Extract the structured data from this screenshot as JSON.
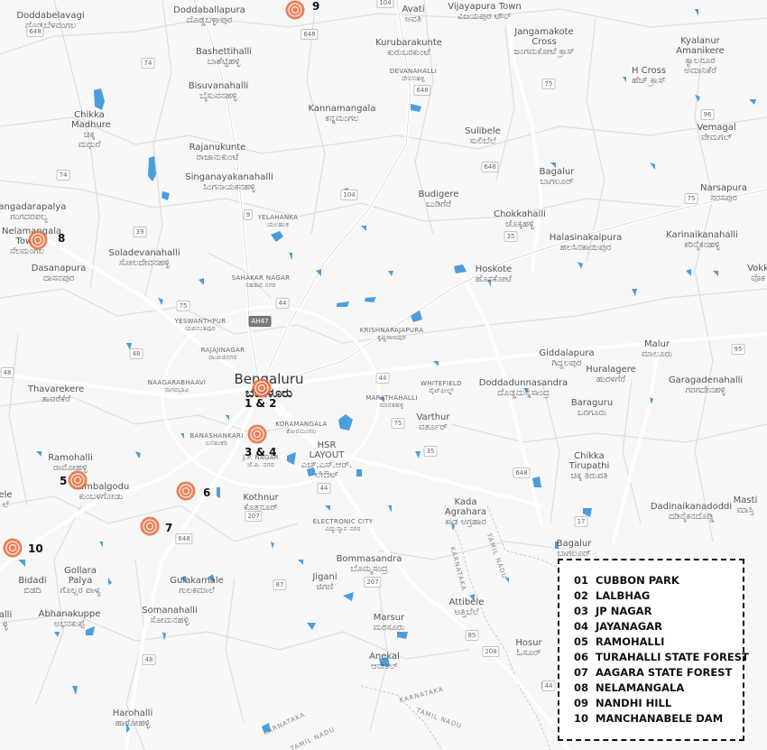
{
  "places": [
    {
      "id": "doddabelavagi",
      "en": "Doddabelavagi",
      "kn": "ದೊಡ್ಡಬೆಳವಂಗಲ"
    },
    {
      "id": "doddaballapura",
      "en": "Doddaballapura",
      "kn": "ದೊಡ್ಡಬಳ್ಳಾಪುರ"
    },
    {
      "id": "avati",
      "en": "Avati",
      "kn": "ಅವತಿ"
    },
    {
      "id": "vijayapura",
      "en": "Vijayapura Town",
      "kn": "ವಿಜಯಪುರ ಟೌನ್"
    },
    {
      "id": "jangamakote",
      "en": "Jangamakote Cross",
      "kn": "ಜಂಗಮಕೋಟೆ ಕ್ರಾಸ್"
    },
    {
      "id": "kyalanur",
      "en": "Kyalanur Amanikere",
      "kn": "ಕ್ಯಾಲನೂರ ಅಮಾನಿಕೆರೆ"
    },
    {
      "id": "bashettihalli",
      "en": "Bashettihalli",
      "kn": "ಬಾಶೆಟ್ಟಿಹಳ್ಳಿ"
    },
    {
      "id": "kurubarakunte",
      "en": "Kurubarakunte",
      "kn": "ಕುರುಬರಕುಂಟೆ"
    },
    {
      "id": "devanahalli",
      "en": "DEVANAHALLI",
      "kn": "ದೇವನಹಳ್ಳಿ"
    },
    {
      "id": "hcross",
      "en": "H Cross",
      "kn": "ಹೆಚ್ ಕ್ರಾಸ್"
    },
    {
      "id": "bisuvanahalli",
      "en": "Bisuvanahalli",
      "kn": "ಬೈಸುವನಹಳ್ಳಿ"
    },
    {
      "id": "kannamangala",
      "en": "Kannamangala",
      "kn": "ಕನ್ನಮಂಗಲ"
    },
    {
      "id": "chikkamadhure",
      "en": "Chikka Madhure",
      "kn": "ಚಿಕ್ಕ ಮಧುರೆ"
    },
    {
      "id": "sulibele",
      "en": "Sulibele",
      "kn": "ಸುಲಿಬೆಲೆ"
    },
    {
      "id": "vemagal",
      "en": "Vemagal",
      "kn": "ವೇಮಗಲ್"
    },
    {
      "id": "rajanukunte",
      "en": "Rajanukunte",
      "kn": "ರಾಜಾನುಕುಂಟೆ"
    },
    {
      "id": "singanayakanahalli",
      "en": "Singanayakanahalli",
      "kn": "ಸಿಂಗನಾಯಕನಹಳ್ಳಿ"
    },
    {
      "id": "bagalur",
      "en": "Bagalur",
      "kn": "ಬಾಗಲೂರ್"
    },
    {
      "id": "narsapura",
      "en": "Narsapura",
      "kn": "ನರಸಪುರ"
    },
    {
      "id": "budigere",
      "en": "Budigere",
      "kn": "ಬುಡಿಗೆರೆ"
    },
    {
      "id": "gangadarapalya",
      "en": "Gangadarapalya",
      "kn": "ಗಂಗದರಪಲ್ಯ"
    },
    {
      "id": "yelahanka",
      "en": "YELAHANKA",
      "kn": "ಯಲಹಂಕ"
    },
    {
      "id": "chokkahalli",
      "en": "Chokkahalli",
      "kn": "ಚೊಕ್ಕಹಳ್ಳಿ"
    },
    {
      "id": "nelamangala",
      "en": "Nelamangala Town",
      "kn": "ನೆಲಮಂಗಲ"
    },
    {
      "id": "soladevanahalli",
      "en": "Soladevanahalli",
      "kn": "ಸೋಲದೇವನಹಳ್ಳಿ"
    },
    {
      "id": "halasinakaipura",
      "en": "Halasinakaipura",
      "kn": "ಹಲಸಿನಕಾಯಿಪುರ"
    },
    {
      "id": "karinaikanahalli",
      "en": "Karinaikanahalli",
      "kn": "ಕರಿನೈಕನಹಳ್ಳಿ"
    },
    {
      "id": "dasanapura",
      "en": "Dasanapura",
      "kn": "ದಾಸನಪುರ"
    },
    {
      "id": "sahakarnagar",
      "en": "SAHAKAR NAGAR",
      "kn": "ಸಹಕಾರ ನಗರ"
    },
    {
      "id": "hoskote",
      "en": "Hoskote",
      "kn": "ಹೊಸಕೋಟೆ"
    },
    {
      "id": "vokk",
      "en": "Vokk",
      "kn": "ವೊಕ"
    },
    {
      "id": "yeswanthpur",
      "en": "YESWANTHPUR",
      "kn": "ಯಶವಂತಪುರ"
    },
    {
      "id": "krishnarajapura",
      "en": "KRISHNARAJAPURA",
      "kn": "ಕೃಷ್ಣರಾಜಪುರ"
    },
    {
      "id": "malur",
      "en": "Malur",
      "kn": "ಮಾಲೂರು"
    },
    {
      "id": "rajajinagar",
      "en": "RAJAJINAGAR",
      "kn": "ರಾಜಾಜಿನಗರ"
    },
    {
      "id": "giddalapura",
      "en": "Giddalapura",
      "kn": "ಗಿದ್ದಲಪುರ"
    },
    {
      "id": "huralagere",
      "en": "Huralagere",
      "kn": "ಹುರಳಗೆರೆ"
    },
    {
      "id": "garagadenahalli",
      "en": "Garagadenahalli",
      "kn": "ಗರಗದೇನಹಳ್ಳಿ"
    },
    {
      "id": "thavarekere",
      "en": "Thavarekere",
      "kn": "ತಾವರೆಕೆರೆ"
    },
    {
      "id": "naagarabhaavi",
      "en": "NAAGARABHAAVI",
      "kn": "ನಾಗರಭಾವಿ"
    },
    {
      "id": "bengaluru",
      "en": "Bengaluru",
      "kn": "ಬೆಂಗಳೂರು"
    },
    {
      "id": "whitefield",
      "en": "WHITEFIELD",
      "kn": "ವೈಟ್‌ಫೀಲ್ಡ್"
    },
    {
      "id": "marathahalli",
      "en": "MARATHAHALLI",
      "kn": "ಮಾರತಹಳ್ಳಿ"
    },
    {
      "id": "doddadunnasandra",
      "en": "Doddadunnasandra",
      "kn": "ದೊಡ್ಡದುನ್ನಸಾಂದ್ರ"
    },
    {
      "id": "baraguru",
      "en": "Baraguru",
      "kn": "ಬರಗೂರು"
    },
    {
      "id": "koramangala",
      "en": "KORAMANGALA",
      "kn": "ಕೋರಮಂಗಲ"
    },
    {
      "id": "varthur",
      "en": "Varthur",
      "kn": "ವರ್ತೂರ್"
    },
    {
      "id": "banashankari",
      "en": "BANASHANKARI",
      "kn": "ಬನಶಂಕರಿ"
    },
    {
      "id": "hsrlayout",
      "en": "HSR LAYOUT",
      "kn": "ಎಚ್.ಎಸ್.ಆರ್. ಲೇಔಟ್"
    },
    {
      "id": "ramohalli",
      "en": "Ramohalli",
      "kn": "ರಾಮೋಹಳ್ಳಿ"
    },
    {
      "id": "jpnagar",
      "en": "J.P. NAGAR",
      "kn": "ಜೆ.ಪಿ. ನಗರ"
    },
    {
      "id": "chikkatirupathi",
      "en": "Chikka Tirupathi",
      "kn": "ಚಿಕ್ಕ ತಿರುಪತಿ"
    },
    {
      "id": "kumbalgodu",
      "en": "Kumbalgodu",
      "kn": "ಕುಂಬಳಗೋಡು"
    },
    {
      "id": "kothnur",
      "en": "Kothnur",
      "kn": "ಕೊತ್ತನೂರ್"
    },
    {
      "id": "dadinaikanadoddi",
      "en": "Dadinaikanadoddi",
      "kn": "ದಡಿನೈಕನದೊಡ್ಡಿ"
    },
    {
      "id": "masti",
      "en": "Masti",
      "kn": "ಮಾಸ್ತಿ"
    },
    {
      "id": "kadaagrahara",
      "en": "Kada Agrahara",
      "kn": "ಕಾಡ ಅಗ್ರಹಾರ"
    },
    {
      "id": "ele",
      "en": "ele",
      "kn": "ಲೆ"
    },
    {
      "id": "electroniccity",
      "en": "ELECTRONIC CITY",
      "kn": "ವಿದ್ಯುನ್ಮಾನ ನಗರ"
    },
    {
      "id": "bagalursouth",
      "en": "Bagalur",
      "kn": "ಬಾಗಲೂರ್"
    },
    {
      "id": "bidadi",
      "en": "Bidadi",
      "kn": "ಬಿಡದಿ"
    },
    {
      "id": "gollarapalya",
      "en": "Gollara Palya",
      "kn": "ಗೊಲ್ಲರ ಪಾಳ್ಯ"
    },
    {
      "id": "bommasandra",
      "en": "Bommasandra",
      "kn": "ಬೊಮ್ಮಸಂದ್ರ"
    },
    {
      "id": "gulakamale",
      "en": "Gulakamale",
      "kn": "ಗುಲಕಮಾಲೆ"
    },
    {
      "id": "jigani",
      "en": "Jigani",
      "kn": "ಜಿಗಣಿ"
    },
    {
      "id": "attibele",
      "en": "Attibele",
      "kn": "ಅತ್ತಿಬೆಲೆ"
    },
    {
      "id": "abhanakuppe",
      "en": "Abhanakuppe",
      "kn": "ಅಭನಕುಪ್ಪೆ"
    },
    {
      "id": "somanahalli",
      "en": "Somanahalli",
      "kn": "ಸೋಮನಹಳ್ಳಿ"
    },
    {
      "id": "marsur",
      "en": "Marsur",
      "kn": "ಮರಸೂರು"
    },
    {
      "id": "hosur",
      "en": "Hosur",
      "kn": "ಓಸೂರ್"
    },
    {
      "id": "alli",
      "en": "alli",
      "kn": "ಳ್ಳಿ"
    },
    {
      "id": "anekal",
      "en": "Anekal",
      "kn": "ಆನೇಕಲ್"
    },
    {
      "id": "haroha",
      "en": "Harohalli",
      "kn": "ಹಾರೋಹಳ್ಳಿ"
    }
  ],
  "road_shields": [
    "648",
    "74",
    "104",
    "648",
    "648",
    "75",
    "96",
    "74",
    "39",
    "104",
    "648",
    "75",
    "9",
    "35",
    "AH47",
    "44",
    "75",
    "48",
    "95",
    "48",
    "44",
    "75",
    "35",
    "648",
    "44",
    "17",
    "207",
    "648",
    "207",
    "87",
    "85",
    "48",
    "208",
    "44"
  ],
  "state_labels": [
    "KARNATAKA",
    "TAMIL NADU",
    "KARNATAKA",
    "TAMIL NADU",
    "KARNATAKA",
    "TAMIL NADU"
  ],
  "markers": [
    {
      "label": "1 & 2"
    },
    {
      "label": "3 & 4"
    },
    {
      "label": "5"
    },
    {
      "label": "6"
    },
    {
      "label": "7"
    },
    {
      "label": "8"
    },
    {
      "label": "9"
    },
    {
      "label": "10"
    }
  ],
  "legend": {
    "items": [
      {
        "num": "01",
        "name": "CUBBON PARK"
      },
      {
        "num": "02",
        "name": "LALBHAG"
      },
      {
        "num": "03",
        "name": "JP NAGAR"
      },
      {
        "num": "04",
        "name": "JAYANAGAR"
      },
      {
        "num": "05",
        "name": "RAMOHALLI"
      },
      {
        "num": "06",
        "name": "TURAHALLI STATE FOREST"
      },
      {
        "num": "07",
        "name": "AAGARA STATE FOREST"
      },
      {
        "num": "08",
        "name": "NELAMANGALA"
      },
      {
        "num": "09",
        "name": "NANDHI HILL"
      },
      {
        "num": "10",
        "name": "MANCHANABELE DAM"
      }
    ]
  },
  "colors": {
    "water": "#4a9edb",
    "road": "#ffffff",
    "marker": "#e86a3c",
    "background": "#f7f7f7"
  }
}
